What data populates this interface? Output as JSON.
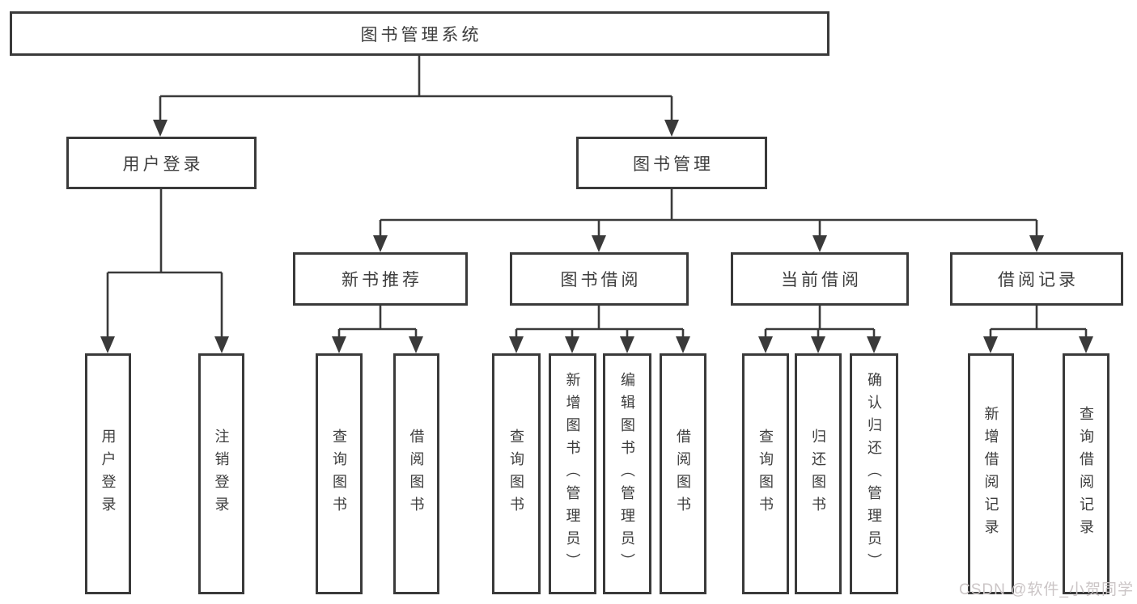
{
  "tree": {
    "root": {
      "label": "图书管理系统",
      "children": [
        {
          "label": "用户登录",
          "children": [
            {
              "label": "用户登录"
            },
            {
              "label": "注销登录"
            }
          ]
        },
        {
          "label": "图书管理",
          "children": [
            {
              "label": "新书推荐",
              "children": [
                {
                  "label": "查询图书"
                },
                {
                  "label": "借阅图书"
                }
              ]
            },
            {
              "label": "图书借阅",
              "children": [
                {
                  "label": "查询图书"
                },
                {
                  "label": "新增图书（管理员）"
                },
                {
                  "label": "编辑图书（管理员）"
                },
                {
                  "label": "借阅图书"
                }
              ]
            },
            {
              "label": "当前借阅",
              "children": [
                {
                  "label": "查询图书"
                },
                {
                  "label": "归还图书"
                },
                {
                  "label": "确认归还（管理员）"
                }
              ]
            },
            {
              "label": "借阅记录",
              "children": [
                {
                  "label": "新增借阅记录"
                },
                {
                  "label": "查询借阅记录"
                }
              ]
            }
          ]
        }
      ]
    }
  },
  "watermark": {
    "text": "CSDN @软件_小贺同学"
  },
  "colors": {
    "line": "#3a3a3a",
    "text": "#3d3d3d",
    "watermark": "#cbc5c6",
    "background": "#ffffff"
  }
}
